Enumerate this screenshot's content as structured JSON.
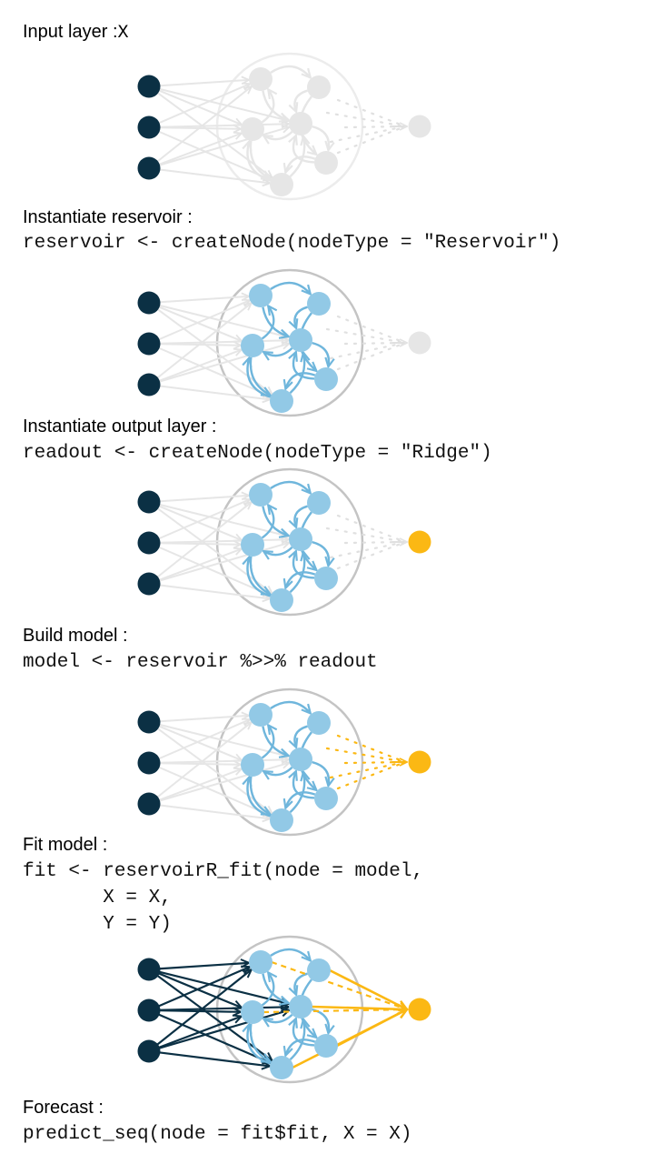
{
  "steps": [
    {
      "title": "Input layer :",
      "title_code": "X",
      "code": []
    },
    {
      "title": "Instantiate reservoir :",
      "title_code": "",
      "code": [
        "reservoir <- createNode(nodeType = \"Reservoir\")"
      ]
    },
    {
      "title": "Instantiate output layer :",
      "title_code": "",
      "code": [
        "readout <- createNode(nodeType = \"Ridge\")"
      ]
    },
    {
      "title": "Build model :",
      "title_code": "",
      "code": [
        "model <- reservoir %>>% readout"
      ]
    },
    {
      "title": "Fit model :",
      "title_code": "",
      "code": [
        "fit <- reservoirR_fit(node = model,",
        "       X = X,",
        "       Y = Y)"
      ]
    },
    {
      "title": "Forecast :",
      "title_code": "",
      "code": [
        "predict_seq(node = fit$fit, X = X)"
      ]
    }
  ],
  "colors": {
    "input_node": "#0b3044",
    "reservoir_node": "#92c9e6",
    "reservoir_edge": "#6fb6dc",
    "output_node": "#fbb814",
    "inactive": "#e6e6e6",
    "circle": "#c4c4c4",
    "trained_input_edge": "#0b3044"
  },
  "diagram_states": [
    {
      "reservoir": "inactive",
      "readout": "inactive",
      "input_edges": "light",
      "readout_edges": "dotted-light"
    },
    {
      "reservoir": "active",
      "readout": "inactive",
      "input_edges": "light",
      "readout_edges": "dotted-light"
    },
    {
      "reservoir": "active",
      "readout": "active",
      "input_edges": "light",
      "readout_edges": "dotted-light"
    },
    {
      "reservoir": "active",
      "readout": "active",
      "input_edges": "light",
      "readout_edges": "dotted-orange"
    },
    {
      "reservoir": "active",
      "readout": "active",
      "input_edges": "trained",
      "readout_edges": "trained"
    }
  ]
}
